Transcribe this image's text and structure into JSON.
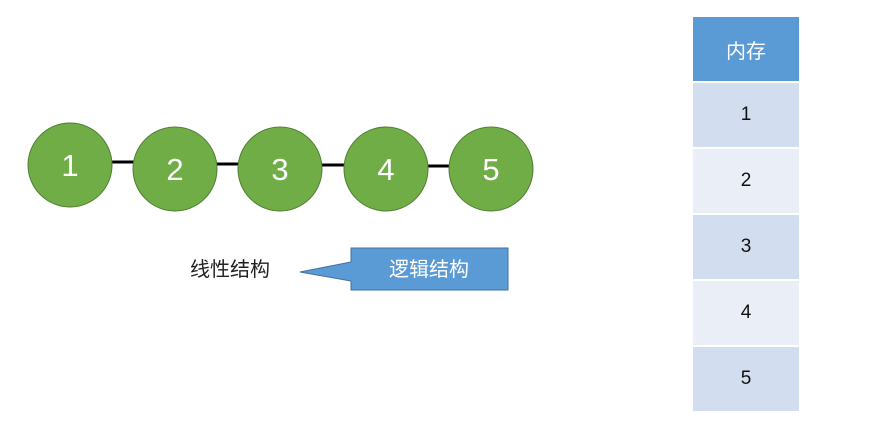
{
  "linked_list": {
    "nodes": [
      "1",
      "2",
      "3",
      "4",
      "5"
    ],
    "node_fill": "#70ad47",
    "node_stroke": "#507e32",
    "link_color": "#000000"
  },
  "caption": {
    "text": "线性结构"
  },
  "callout": {
    "text": "逻辑结构",
    "fill": "#5b9bd5",
    "stroke": "#41719c"
  },
  "memory": {
    "header": "内存",
    "cells": [
      "1",
      "2",
      "3",
      "4",
      "5"
    ],
    "header_color": "#5b9bd5",
    "cell_colors": [
      "#d2deef",
      "#eaeff7"
    ]
  }
}
